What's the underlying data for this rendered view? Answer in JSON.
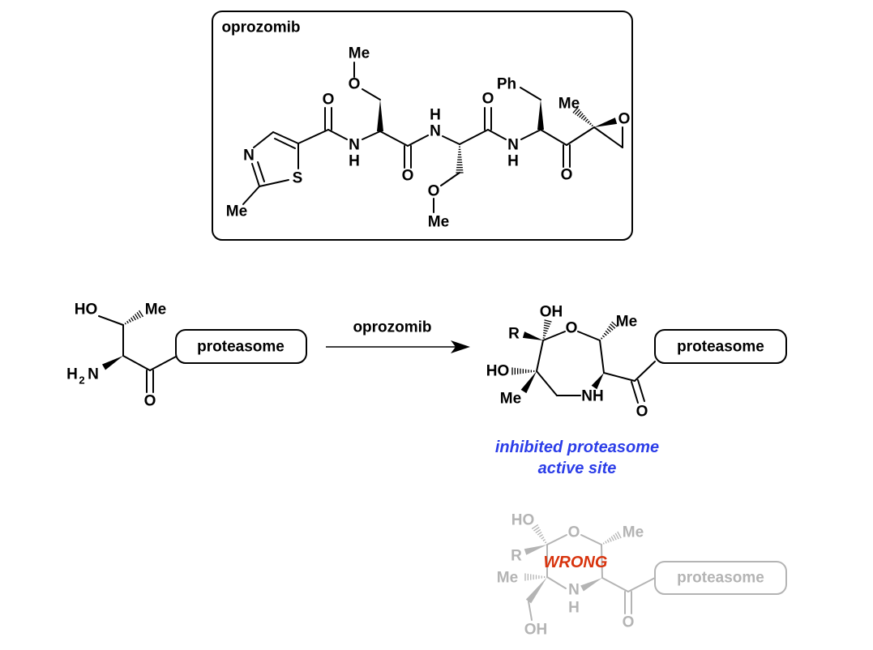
{
  "oprozomib_box": {
    "title": "oprozomib",
    "labels": {
      "me_top": "Me",
      "o_top": "O",
      "o_amide1": "O",
      "nh1_n": "N",
      "nh1_h": "H",
      "o_amide2": "O",
      "nh2_n": "N",
      "nh2_h": "H",
      "o_side2": "O",
      "me_side2": "Me",
      "o_amide3": "O",
      "nh3_n": "N",
      "nh3_h": "H",
      "ph": "Ph",
      "o_ketone": "O",
      "me_epox": "Me",
      "o_epox": "O",
      "thiazole_n": "N",
      "thiazole_s": "S",
      "me_thiazole": "Me"
    }
  },
  "reactant": {
    "ho": "HO",
    "me": "Me",
    "h2n_h": "H",
    "h2n_2": "2",
    "h2n_n": "N",
    "o": "O",
    "box_label": "proteasome"
  },
  "arrow": {
    "reagent": "oprozomib"
  },
  "product": {
    "oh": "OH",
    "r": "R",
    "o_ring": "O",
    "me_right": "Me",
    "ho": "HO",
    "me_left": "Me",
    "nh": "NH",
    "o_ketone": "O",
    "box_label": "proteasome",
    "caption_line1": "inhibited proteasome",
    "caption_line2": "active site",
    "caption_color": "#2b3de8"
  },
  "wrong_structure": {
    "ho": "HO",
    "o_ring": "O",
    "me_right": "Me",
    "r": "R",
    "me_left": "Me",
    "n": "N",
    "h": "H",
    "oh": "OH",
    "o_ketone": "O",
    "box_label": "proteasome",
    "stamp": "WRONG",
    "stamp_color": "#d8340e",
    "faded_color": "#b4b4b4"
  }
}
